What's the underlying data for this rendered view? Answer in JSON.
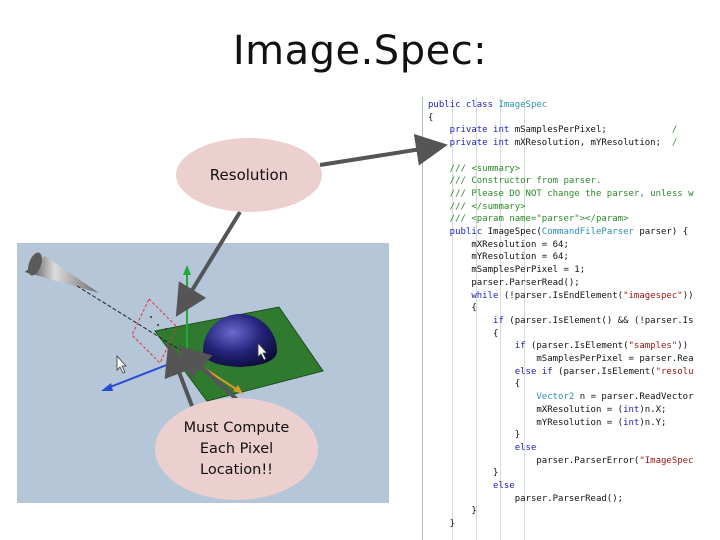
{
  "slide": {
    "title": "Image.Spec:"
  },
  "callouts": {
    "resolution": "Resolution",
    "compute": [
      "Must Compute",
      "Each Pixel",
      "Location!!"
    ]
  },
  "colors": {
    "panel_bg": "#b6c6d9",
    "callout_fill": "#ecd0d0",
    "keyword": "#1d1dc0",
    "comment": "#2a8a2a",
    "string": "#a31515",
    "type": "#2b91af",
    "plane": "#2f7a2f",
    "sphere": "#1f1f6e"
  },
  "code": {
    "lines": [
      [
        {
          "t": "public class ",
          "c": "k"
        },
        {
          "t": "ImageSpec",
          "c": "ty"
        }
      ],
      [
        {
          "t": "{",
          "c": ""
        }
      ],
      [
        {
          "t": "    private int ",
          "c": "k"
        },
        {
          "t": "mSamplesPerPixel;",
          "c": ""
        },
        {
          "t": "            /",
          "c": "cm"
        }
      ],
      [
        {
          "t": "    private int ",
          "c": "k"
        },
        {
          "t": "mXResolution, mYResolution;",
          "c": ""
        },
        {
          "t": "  /",
          "c": "cm"
        }
      ],
      [
        {
          "t": "",
          "c": ""
        }
      ],
      [
        {
          "t": "    /// <summary>",
          "c": "cm"
        }
      ],
      [
        {
          "t": "    /// Constructor from parser.",
          "c": "cm"
        }
      ],
      [
        {
          "t": "    /// Please DO NOT change the parser, unless w",
          "c": "cm"
        }
      ],
      [
        {
          "t": "    /// </summary>",
          "c": "cm"
        }
      ],
      [
        {
          "t": "    /// <param name=\"parser\"></param>",
          "c": "cm"
        }
      ],
      [
        {
          "t": "    public ",
          "c": "k"
        },
        {
          "t": "ImageSpec(",
          "c": ""
        },
        {
          "t": "CommandFileParser",
          "c": "ty"
        },
        {
          "t": " parser) {",
          "c": ""
        }
      ],
      [
        {
          "t": "        mXResolution = 64;",
          "c": ""
        }
      ],
      [
        {
          "t": "        mYResolution = 64;",
          "c": ""
        }
      ],
      [
        {
          "t": "        mSamplesPerPixel = 1;",
          "c": ""
        }
      ],
      [
        {
          "t": "        parser.ParserRead();",
          "c": ""
        }
      ],
      [
        {
          "t": "        while ",
          "c": "k"
        },
        {
          "t": "(!parser.IsEndElement(",
          "c": ""
        },
        {
          "t": "\"imagespec\"",
          "c": "s"
        },
        {
          "t": "))",
          "c": ""
        }
      ],
      [
        {
          "t": "        {",
          "c": ""
        }
      ],
      [
        {
          "t": "            if ",
          "c": "k"
        },
        {
          "t": "(parser.IsElement() && (!parser.Is",
          "c": ""
        }
      ],
      [
        {
          "t": "            {",
          "c": ""
        }
      ],
      [
        {
          "t": "                if ",
          "c": "k"
        },
        {
          "t": "(parser.IsElement(",
          "c": ""
        },
        {
          "t": "\"samples\"",
          "c": "s"
        },
        {
          "t": "))",
          "c": ""
        }
      ],
      [
        {
          "t": "                    mSamplesPerPixel = parser.Rea",
          "c": ""
        }
      ],
      [
        {
          "t": "                else if ",
          "c": "k"
        },
        {
          "t": "(parser.IsElement(",
          "c": ""
        },
        {
          "t": "\"resolu",
          "c": "s"
        }
      ],
      [
        {
          "t": "                {",
          "c": ""
        }
      ],
      [
        {
          "t": "                    ",
          "c": ""
        },
        {
          "t": "Vector2",
          "c": "ty"
        },
        {
          "t": " n = parser.ReadVector",
          "c": ""
        }
      ],
      [
        {
          "t": "                    mXResolution = (",
          "c": ""
        },
        {
          "t": "int",
          "c": "k"
        },
        {
          "t": ")n.X;",
          "c": ""
        }
      ],
      [
        {
          "t": "                    mYResolution = (",
          "c": ""
        },
        {
          "t": "int",
          "c": "k"
        },
        {
          "t": ")n.Y;",
          "c": ""
        }
      ],
      [
        {
          "t": "                }",
          "c": ""
        }
      ],
      [
        {
          "t": "                else",
          "c": "k"
        }
      ],
      [
        {
          "t": "                    parser.ParserError(",
          "c": ""
        },
        {
          "t": "\"ImageSpec",
          "c": "s"
        }
      ],
      [
        {
          "t": "            }",
          "c": ""
        }
      ],
      [
        {
          "t": "            else",
          "c": "k"
        }
      ],
      [
        {
          "t": "                parser.ParserRead();",
          "c": ""
        }
      ],
      [
        {
          "t": "        }",
          "c": ""
        }
      ],
      [
        {
          "t": "    }",
          "c": ""
        }
      ]
    ]
  }
}
